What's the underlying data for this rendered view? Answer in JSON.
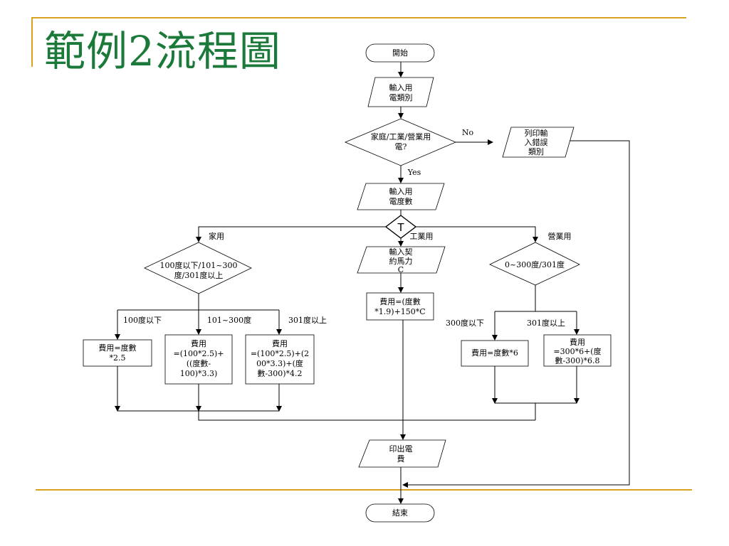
{
  "slide": {
    "title": "範例2流程圖",
    "accent_color": "#DBA21F",
    "title_color": "#1B7A3A"
  },
  "flowchart": {
    "start": "開始",
    "input_type": [
      "輸入用",
      "電類別"
    ],
    "decision_type": [
      "家庭/工業/營業用",
      "電?"
    ],
    "no_label": "No",
    "yes_label": "Yes",
    "error_output": [
      "列印輸",
      "入錯誤",
      "類別"
    ],
    "input_degree": [
      "輸入用",
      "電度數"
    ],
    "connector_t": "T",
    "branch_home": "家用",
    "branch_industry": "工業用",
    "branch_business": "營業用",
    "home_decision": [
      "100度以下/101~300",
      "度/301度以上"
    ],
    "home_cond_1": "100度以下",
    "home_cond_2": "101~300度",
    "home_cond_3": "301度以上",
    "home_fee_1": [
      "費用=度數",
      "*2.5"
    ],
    "home_fee_2": [
      "費用",
      "=(100*2.5)+",
      "((度數-",
      "100)*3.3)"
    ],
    "home_fee_3": [
      "費用",
      "=(100*2.5)+(2",
      "00*3.3)+(度",
      "數-300)*4.2"
    ],
    "industry_input": [
      "輸入契",
      "約馬力",
      "C"
    ],
    "industry_fee": [
      "費用=(度數",
      "*1.9)+150*C"
    ],
    "business_decision": "0~300度/301度",
    "business_cond_1": "300度以下",
    "business_cond_2": "301度以上",
    "business_fee_1": "費用=度數*6",
    "business_fee_2": [
      "費用",
      "=300*6+(度",
      "數-300)*6.8"
    ],
    "print_fee": [
      "印出電",
      "費"
    ],
    "end": "結束"
  }
}
